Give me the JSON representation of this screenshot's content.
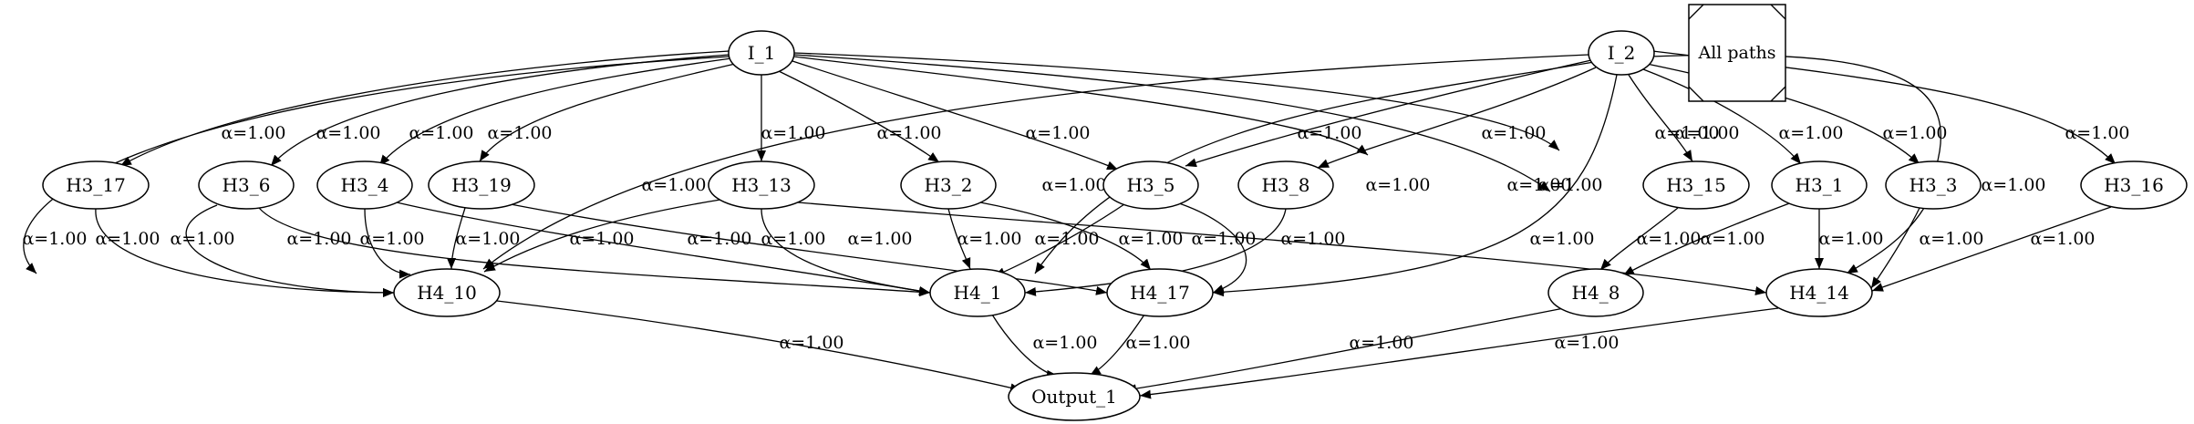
{
  "diagram": {
    "nodes": [
      {
        "id": "I_1",
        "label": "I_1"
      },
      {
        "id": "I_2",
        "label": "I_2"
      },
      {
        "id": "H3_17",
        "label": "H3_17"
      },
      {
        "id": "H3_6",
        "label": "H3_6"
      },
      {
        "id": "H3_4",
        "label": "H3_4"
      },
      {
        "id": "H3_19",
        "label": "H3_19"
      },
      {
        "id": "H3_13",
        "label": "H3_13"
      },
      {
        "id": "H3_2",
        "label": "H3_2"
      },
      {
        "id": "H3_5",
        "label": "H3_5"
      },
      {
        "id": "H3_8",
        "label": "H3_8"
      },
      {
        "id": "H3_15",
        "label": "H3_15"
      },
      {
        "id": "H3_1",
        "label": "H3_1"
      },
      {
        "id": "H3_3",
        "label": "H3_3"
      },
      {
        "id": "H3_16",
        "label": "H3_16"
      },
      {
        "id": "H4_10",
        "label": "H4_10"
      },
      {
        "id": "H4_1",
        "label": "H4_1"
      },
      {
        "id": "H4_17",
        "label": "H4_17"
      },
      {
        "id": "H4_8",
        "label": "H4_8"
      },
      {
        "id": "H4_14",
        "label": "H4_14"
      },
      {
        "id": "Output_1",
        "label": "Output_1"
      }
    ],
    "note": {
      "label": "All paths"
    },
    "edges": [
      {
        "from": "I_1",
        "to": "H3_17",
        "label": "α=1.00"
      },
      {
        "from": "I_1",
        "to": "H3_6",
        "label": "α=1.00"
      },
      {
        "from": "I_1",
        "to": "H3_4",
        "label": "α=1.00"
      },
      {
        "from": "I_1",
        "to": "H3_19",
        "label": "α=1.00"
      },
      {
        "from": "I_1",
        "to": "H3_13",
        "label": "α=1.00"
      },
      {
        "from": "I_1",
        "to": "H3_2",
        "label": "α=1.00"
      },
      {
        "from": "I_1",
        "to": "H3_5",
        "label": "α=1.00"
      },
      {
        "from": "I_1",
        "to": "H4_8",
        "label": "α=1.00"
      },
      {
        "from": "I_1",
        "to": "H4_14",
        "label": "α=1.00"
      },
      {
        "from": "I_1",
        "to": "H3_3",
        "label": "α=1.00"
      },
      {
        "from": "I_1",
        "to": "Output_1",
        "label": "α=1.00"
      },
      {
        "from": "I_2",
        "to": "H4_10",
        "label": "α=1.00"
      },
      {
        "from": "I_2",
        "to": "H4_1",
        "label": "α=1.00"
      },
      {
        "from": "I_2",
        "to": "H3_5",
        "label": "α=1.00"
      },
      {
        "from": "I_2",
        "to": "H3_8",
        "label": "α=1.00"
      },
      {
        "from": "I_2",
        "to": "H4_17",
        "label": "α=1.00"
      },
      {
        "from": "I_2",
        "to": "H3_15",
        "label": "α=1.00"
      },
      {
        "from": "I_2",
        "to": "H3_1",
        "label": "α=1.00"
      },
      {
        "from": "I_2",
        "to": "H3_3",
        "label": "α=1.00"
      },
      {
        "from": "I_2",
        "to": "H4_14",
        "label": "α=1.00"
      },
      {
        "from": "I_2",
        "to": "H3_16",
        "label": "α=1.00"
      },
      {
        "from": "H3_17",
        "to": "H4_10",
        "label": "α=1.00"
      },
      {
        "from": "H3_6",
        "to": "H4_10",
        "label": "α=1.00"
      },
      {
        "from": "H3_6",
        "to": "H4_1",
        "label": "α=1.00"
      },
      {
        "from": "H3_4",
        "to": "H4_10",
        "label": "α=1.00"
      },
      {
        "from": "H3_4",
        "to": "H4_1",
        "label": "α=1.00"
      },
      {
        "from": "H3_19",
        "to": "H4_10",
        "label": "α=1.00"
      },
      {
        "from": "H3_19",
        "to": "H4_17",
        "label": "α=1.00"
      },
      {
        "from": "H3_13",
        "to": "H4_10",
        "label": "α=1.00"
      },
      {
        "from": "H3_13",
        "to": "H4_1",
        "label": "α=1.00"
      },
      {
        "from": "H3_13",
        "to": "H4_14",
        "label": "α=1.00"
      },
      {
        "from": "H3_2",
        "to": "H4_1",
        "label": "α=1.00"
      },
      {
        "from": "H3_2",
        "to": "H4_17",
        "label": "α=1.00"
      },
      {
        "from": "H3_5",
        "to": "H4_1",
        "label": "α=1.00"
      },
      {
        "from": "H3_5",
        "to": "H4_17",
        "label": "α=1.00"
      },
      {
        "from": "H3_8",
        "to": "H4_1",
        "label": "α=1.00"
      },
      {
        "from": "H3_15",
        "to": "H4_8",
        "label": "α=1.00"
      },
      {
        "from": "H3_1",
        "to": "H4_8",
        "label": "α=1.00"
      },
      {
        "from": "H3_1",
        "to": "H4_14",
        "label": "α=1.00"
      },
      {
        "from": "H3_3",
        "to": "H4_14",
        "label": "α=1.00"
      },
      {
        "from": "H3_16",
        "to": "H4_14",
        "label": "α=1.00"
      },
      {
        "from": "H4_10",
        "to": "Output_1",
        "label": "α=1.00"
      },
      {
        "from": "H4_1",
        "to": "Output_1",
        "label": "α=1.00"
      },
      {
        "from": "H4_17",
        "to": "Output_1",
        "label": "α=1.00"
      },
      {
        "from": "H4_8",
        "to": "Output_1",
        "label": "α=1.00"
      },
      {
        "from": "H4_14",
        "to": "Output_1",
        "label": "α=1.00"
      }
    ]
  }
}
